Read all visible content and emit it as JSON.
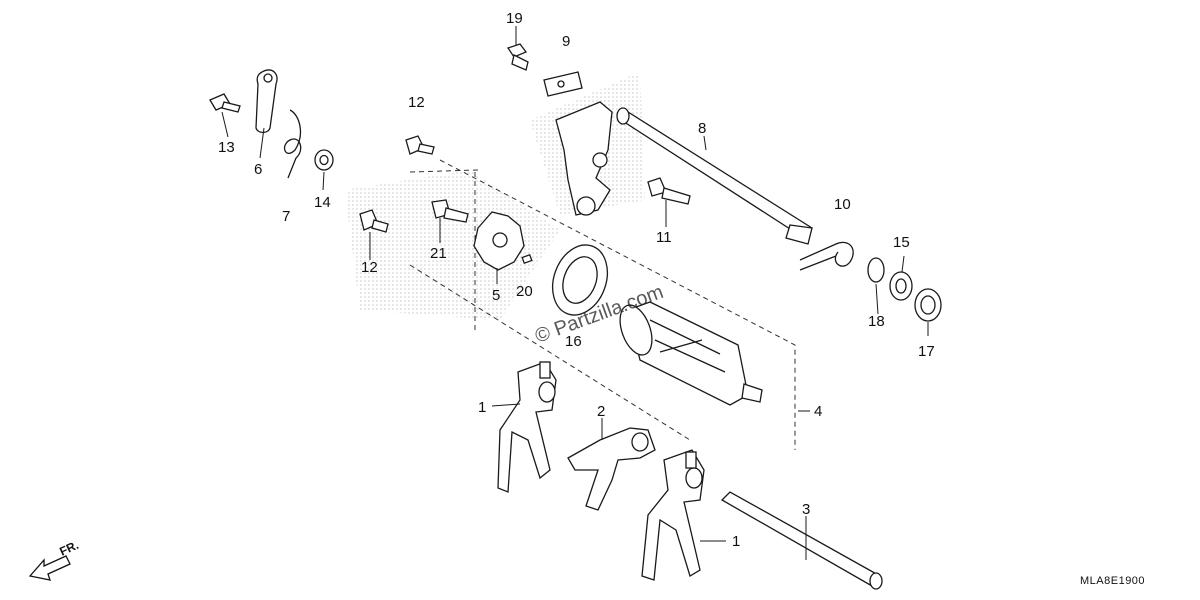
{
  "callouts": {
    "c1a": "1",
    "c1b": "1",
    "c2": "2",
    "c3": "3",
    "c4": "4",
    "c5": "5",
    "c6": "6",
    "c7": "7",
    "c8": "8",
    "c9": "9",
    "c10": "10",
    "c11": "11",
    "c12a": "12",
    "c12b": "12",
    "c13": "13",
    "c14": "14",
    "c15": "15",
    "c16": "16",
    "c17": "17",
    "c18": "18",
    "c19": "19",
    "c20": "20",
    "c21": "21"
  },
  "diagram_code": "MLA8E1900",
  "direction_label": "FR.",
  "watermark": "© Partzilla.com"
}
